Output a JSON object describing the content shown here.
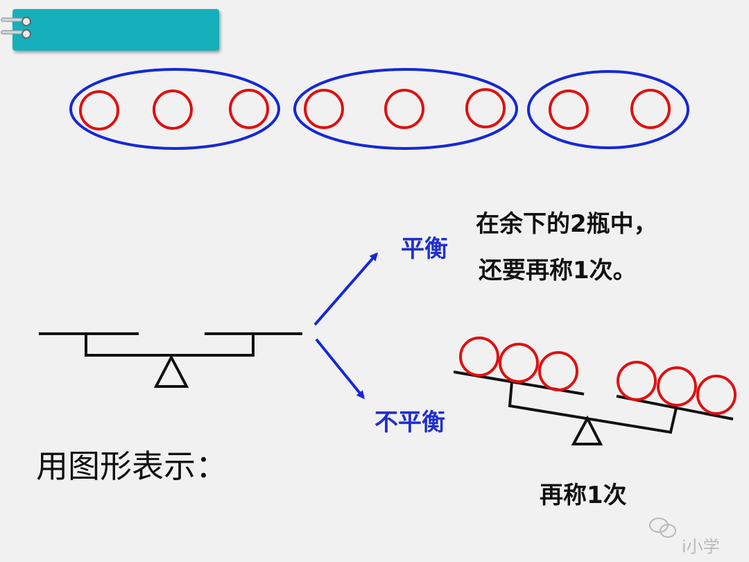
{
  "balanced_label": "平衡",
  "unbalanced_label": "不平衡",
  "balanced_note_line1": "在余下的2瓶中，",
  "balanced_note_line2": "还要再称1次。",
  "reweigh_caption": "再称1次",
  "represent_label": "用图形表示：",
  "watermark_text": "i小学",
  "colors": {
    "banner": "#15b0bb",
    "group_ellipse": "#1428d8",
    "bottle_circle": "#e01010",
    "arrow": "#1428d8",
    "scale": "#111111",
    "label_blue": "#1f2fd0"
  },
  "groups": [
    {
      "bottles": 3
    },
    {
      "bottles": 3
    },
    {
      "bottles": 2
    }
  ]
}
